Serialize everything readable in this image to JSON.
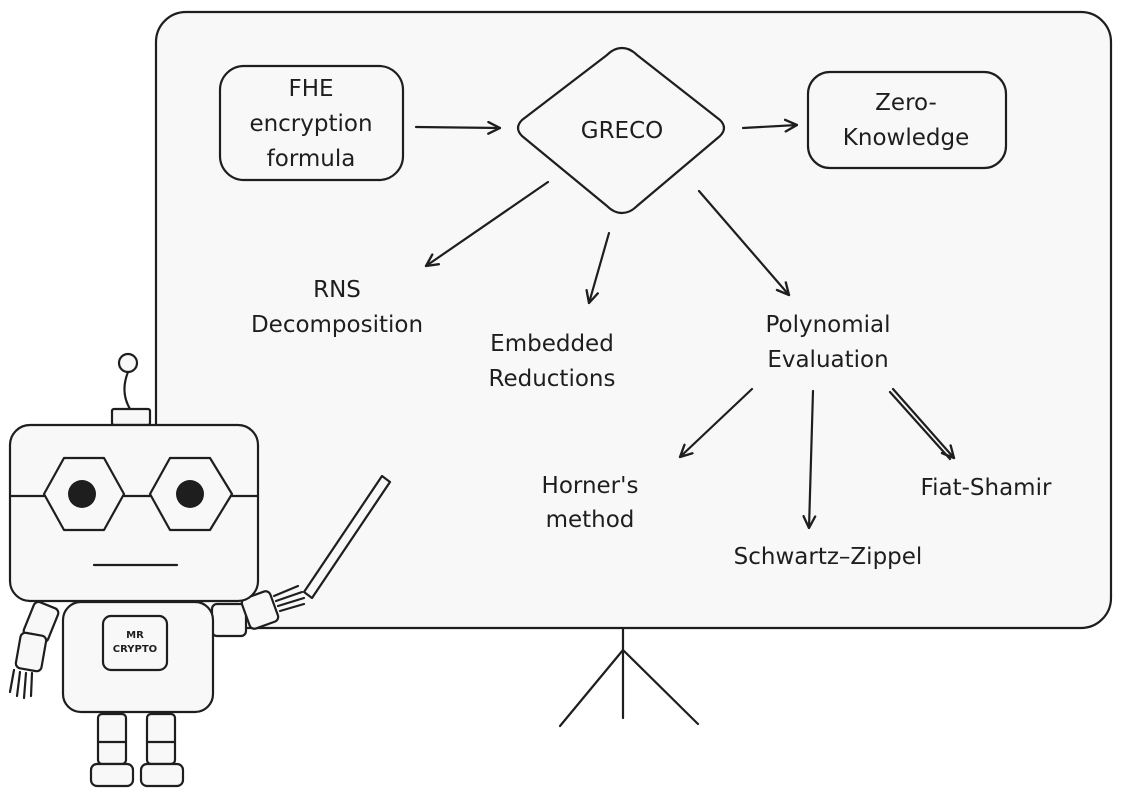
{
  "nodes": {
    "fhe": [
      "FHE",
      "encryption",
      "formula"
    ],
    "greco": "GRECO",
    "zk": [
      "Zero-",
      "Knowledge"
    ],
    "rns": [
      "RNS",
      "Decomposition"
    ],
    "embedded": [
      "Embedded",
      "Reductions"
    ],
    "poly": [
      "Polynomial",
      "Evaluation"
    ],
    "horner": [
      "Horner's",
      "method"
    ],
    "schwartz": "Schwartz–Zippel",
    "fiat": "Fiat-Shamir"
  },
  "robot": {
    "badge": [
      "MR",
      "CRYPTO"
    ]
  }
}
